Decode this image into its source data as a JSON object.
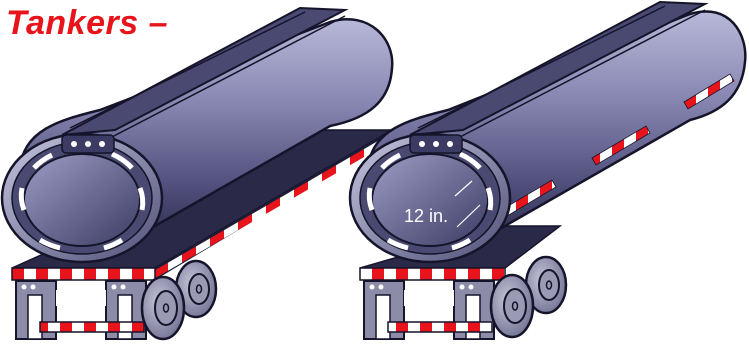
{
  "title": "Tankers –",
  "measure_label": "12 in.",
  "colors": {
    "title_red": "#e8141c",
    "tank_body": "#6f6e98",
    "tank_dark": "#24233f",
    "reflective_red": "#e8141c",
    "reflective_white": "#ffffff",
    "wheel": "#8c8ca8"
  },
  "figures": [
    {
      "name": "tanker-full-side-tape"
    },
    {
      "name": "tanker-partial-side-tape"
    }
  ]
}
